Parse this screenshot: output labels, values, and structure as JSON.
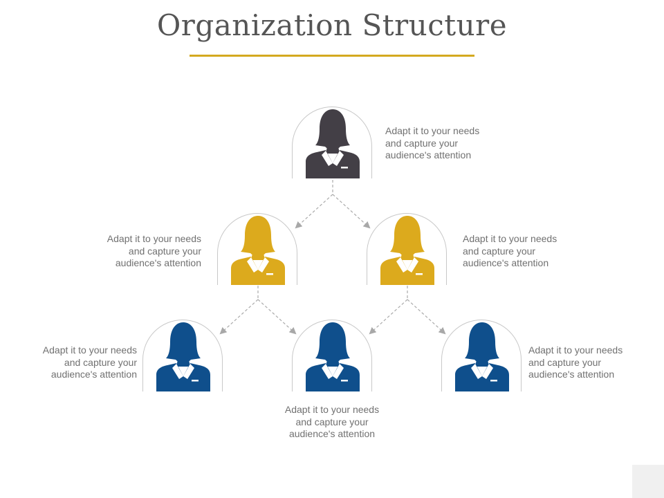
{
  "title": "Organization Structure",
  "colors": {
    "accent": "#d4a91f",
    "top": "#433f46",
    "middle": "#dcaa1d",
    "bottom": "#0f4f8c"
  },
  "nodes": [
    {
      "id": "top",
      "level": "top",
      "icon": "person-icon",
      "text_line1": "Adapt it to your needs",
      "text_line2": "and capture your",
      "text_line3": "audience's attention"
    },
    {
      "id": "mid-left",
      "level": "middle",
      "icon": "person-icon",
      "text_line1": "Adapt it to your needs",
      "text_line2": "and capture your",
      "text_line3": "audience's attention"
    },
    {
      "id": "mid-right",
      "level": "middle",
      "icon": "person-icon",
      "text_line1": "Adapt it to your needs",
      "text_line2": "and capture your",
      "text_line3": "audience's attention"
    },
    {
      "id": "bottom-left",
      "level": "bottom",
      "icon": "person-icon",
      "text_line1": "Adapt it to your needs",
      "text_line2": "and capture your",
      "text_line3": "audience's attention"
    },
    {
      "id": "bottom-center",
      "level": "bottom",
      "icon": "person-icon",
      "text_line1": "Adapt it to your needs",
      "text_line2": "and capture your",
      "text_line3": "audience's attention"
    },
    {
      "id": "bottom-right",
      "level": "bottom",
      "icon": "person-icon",
      "text_line1": "Adapt it to your needs",
      "text_line2": "and capture your",
      "text_line3": "audience's attention"
    }
  ],
  "connections": [
    {
      "from": "top",
      "to": "mid-left"
    },
    {
      "from": "top",
      "to": "mid-right"
    },
    {
      "from": "mid-left",
      "to": "bottom-left"
    },
    {
      "from": "mid-left",
      "to": "bottom-center"
    },
    {
      "from": "mid-right",
      "to": "bottom-center"
    },
    {
      "from": "mid-right",
      "to": "bottom-right"
    }
  ]
}
